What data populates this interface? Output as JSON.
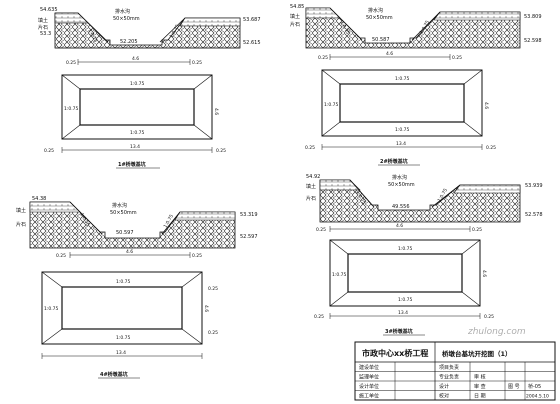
{
  "drawing": {
    "sections": [
      {
        "id": "s1",
        "elev_top_left": "54.635",
        "elev_top_right": "53.687",
        "elev_mid_left": "53.3",
        "elev_bottom_right": "52.615",
        "elev_pit": "52.205",
        "drain_label": "排水沟",
        "drain_spec": "50×50mm",
        "slope_left": "1:0.75",
        "slope_right": "1:0.75",
        "label_fill": "填土",
        "label_rubble": "片石",
        "dims_bottom": [
          "0.25",
          "4.6",
          "0.25"
        ],
        "plan_top": "1:0.75",
        "plan_mid": "1:0.75",
        "plan_left": "1:0.75",
        "plan_right": "4.6",
        "plan_dim": "13.4",
        "plan_side_dims": [
          "0.25",
          "0.25"
        ],
        "caption": "1#桥墩基坑"
      },
      {
        "id": "s2",
        "elev_top_left": "54.85",
        "elev_top_right": "53.809",
        "elev_mid_right": "52.598",
        "elev_pit": "50.587",
        "drain_label": "排水沟",
        "drain_spec": "50×50mm",
        "slope_left": "1:0.75",
        "slope_right": "1:0.75",
        "label_fill": "填土",
        "label_rubble": "片石",
        "dims_bottom": [
          "0.25",
          "4.6",
          "0.25"
        ],
        "plan_top": "1:0.75",
        "plan_mid": "1:0.75",
        "plan_left": "1:0.75",
        "plan_right": "4.6",
        "plan_dim": "13.4",
        "plan_side_dims": [
          "0.25",
          "0.25"
        ],
        "caption": "2#桥墩基坑"
      },
      {
        "id": "s3",
        "elev_top_left": "54.38",
        "elev_top_right": "53.319",
        "elev_mid_right": "52.597",
        "elev_pit": "50.597",
        "drain_label": "排水沟",
        "drain_spec": "50×50mm",
        "slope_left": "1:0.75",
        "slope_right": "1:0.75",
        "label_fill": "填土",
        "label_rubble": "片石",
        "dims_bottom": [
          "0.25",
          "4.6",
          "0.25"
        ],
        "plan_top": "1:0.75",
        "plan_mid": "1:0.75",
        "plan_left": "1:0.75",
        "plan_right": "4.6",
        "plan_dim": "13.4",
        "plan_side_dims": [
          "0.25",
          "0.25"
        ],
        "caption": "4#桥墩基坑"
      },
      {
        "id": "s4",
        "elev_top_left": "54.92",
        "elev_top_right": "53.939",
        "elev_mid_right": "52.578",
        "elev_pit": "49.556",
        "drain_label": "排水沟",
        "drain_spec": "50×50mm",
        "slope_left": "1:0.75",
        "slope_right": "1:0.75",
        "label_fill": "填土",
        "label_rubble": "片石",
        "dims_bottom": [
          "0.25",
          "4.6",
          "0.25"
        ],
        "plan_top": "1:0.75",
        "plan_mid": "1:0.75",
        "plan_left": "1:0.75",
        "plan_right": "4.6",
        "plan_dim": "13.4",
        "plan_side_dims": [
          "0.25",
          "0.25"
        ],
        "caption": "3#桥墩基坑"
      }
    ],
    "title_block": {
      "project": "市政中心xx桥工程",
      "drawing_title": "桥墩台基坑开挖图（1）",
      "rows": [
        {
          "label": "建设单位",
          "value_label": "项目负责",
          "value": ""
        },
        {
          "label": "监理单位",
          "value_label": "专业负责",
          "value": "审 核"
        },
        {
          "label": "设计单位",
          "value_label": "设计",
          "value": "审 查"
        },
        {
          "label": "施工单位",
          "value_label": "校对",
          "value": "日 期"
        }
      ],
      "drawing_no_label": "图 号",
      "drawing_no": "桥-05",
      "date": "2004.5.10"
    },
    "watermark": "zhulong.com"
  }
}
